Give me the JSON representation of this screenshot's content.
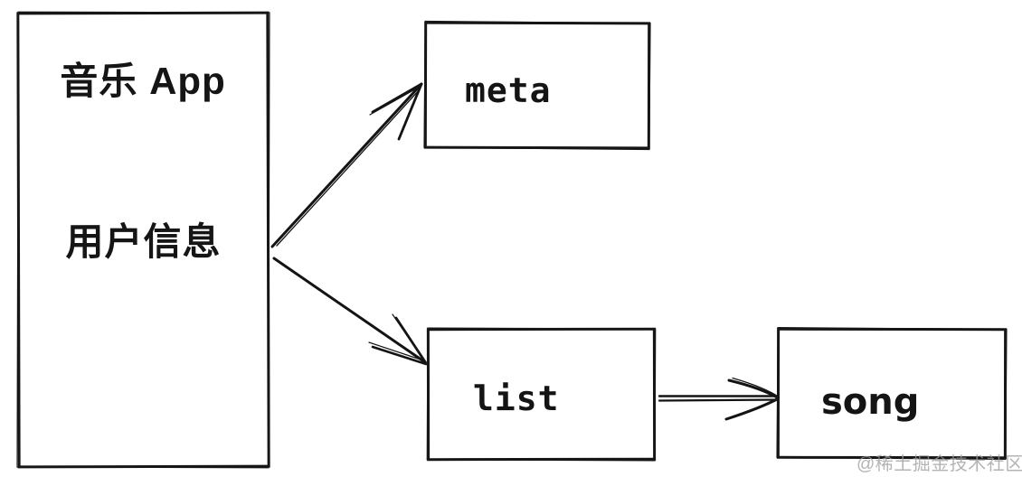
{
  "diagram": {
    "app": {
      "title": "音乐 App",
      "user_info": "用户信息"
    },
    "nodes": {
      "meta": {
        "label": "meta"
      },
      "list": {
        "label": "list"
      },
      "song": {
        "label": "song"
      }
    },
    "edges": [
      {
        "from": "用户信息",
        "to": "meta"
      },
      {
        "from": "用户信息",
        "to": "list"
      },
      {
        "from": "list",
        "to": "song"
      }
    ],
    "watermark": "@稀土掘金技术社区",
    "colors": {
      "stroke": "#141414",
      "background": "#ffffff",
      "watermark": "#9b9b9b"
    }
  }
}
